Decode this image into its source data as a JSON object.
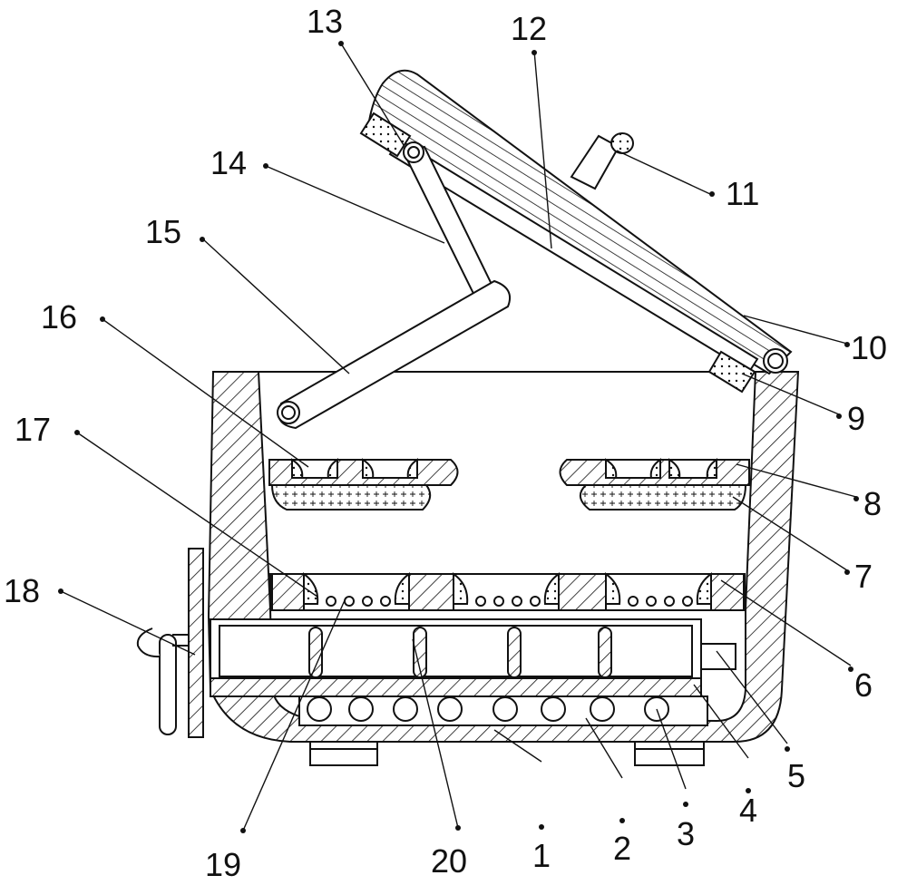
{
  "labels": {
    "1": "1",
    "2": "2",
    "3": "3",
    "4": "4",
    "5": "5",
    "6": "6",
    "7": "7",
    "8": "8",
    "9": "9",
    "10": "10",
    "11": "11",
    "12": "12",
    "13": "13",
    "14": "14",
    "15": "15",
    "16": "16",
    "17": "17",
    "18": "18",
    "19": "19",
    "20": "20"
  },
  "colors": {
    "line": "#111111",
    "background": "#ffffff"
  }
}
